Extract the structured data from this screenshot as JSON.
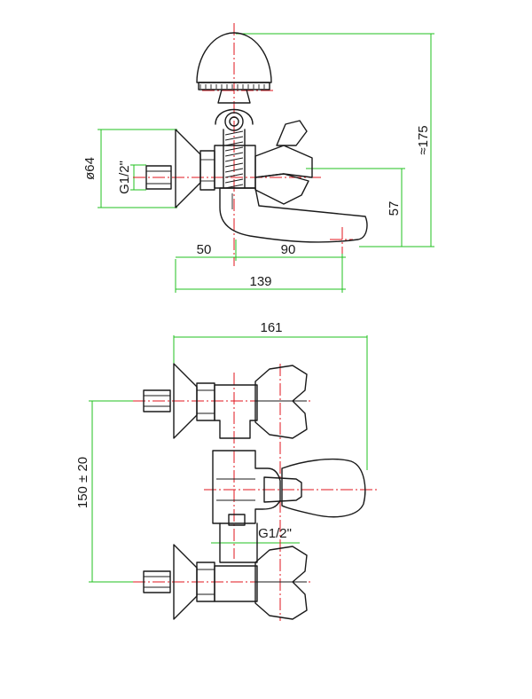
{
  "colors": {
    "outline": "#1a1a1a",
    "dimension_lines": "#22c21f",
    "center_lines": "#e0141e",
    "background": "#ffffff"
  },
  "side_view": {
    "dim_diameter": "ø64",
    "dim_thread": "G1/2\"",
    "dim_50": "50",
    "dim_90": "90",
    "dim_139": "139",
    "dim_57": "57",
    "dim_175": "≈175"
  },
  "front_view": {
    "dim_161": "161",
    "dim_150": "150 ± 20",
    "dim_thread": "G1/2\""
  }
}
